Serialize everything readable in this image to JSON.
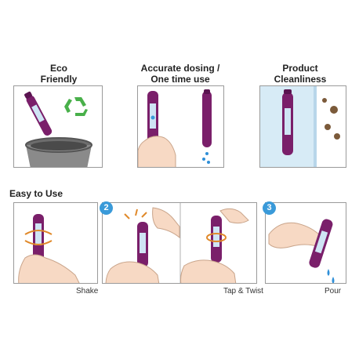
{
  "features": [
    {
      "title_line1": "Eco",
      "title_line2": "Friendly"
    },
    {
      "title_line1": "Accurate dosing /",
      "title_line2": "One time use"
    },
    {
      "title_line1": "Product",
      "title_line2": "Cleanliness"
    }
  ],
  "section_title": "Easy to Use",
  "steps": [
    {
      "number": "",
      "caption": "Shake"
    },
    {
      "number": "2",
      "caption": "Tap & Twist"
    },
    {
      "number": "3",
      "caption": "Pour"
    }
  ],
  "colors": {
    "vial": "#7a1f6a",
    "vial_dark": "#5a1450",
    "label": "#cfe4f4",
    "skin": "#f7d9c4",
    "skin_line": "#c9a48a",
    "recycle": "#49b04a",
    "bin": "#8a8a8a",
    "step_circle": "#3a9ad9",
    "drop": "#2f8fd8",
    "arrow": "#e0892a",
    "glass": "#d7ebf6",
    "germ": "#7b5a3a"
  },
  "icons": [
    "recycle-icon",
    "trash-bin-icon",
    "vial-icon",
    "hand-icon",
    "water-drop-icon",
    "germ-icon",
    "rotate-arrow-icon",
    "tap-burst-icon"
  ]
}
